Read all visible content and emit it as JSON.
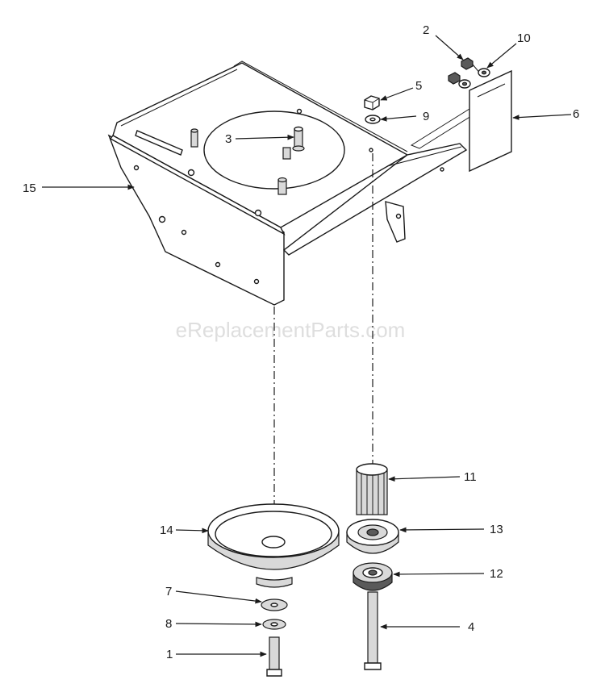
{
  "watermark": "eReplacementParts.com",
  "callouts": [
    {
      "id": "c1",
      "label": "1"
    },
    {
      "id": "c2",
      "label": "2"
    },
    {
      "id": "c3",
      "label": "3"
    },
    {
      "id": "c4",
      "label": "4"
    },
    {
      "id": "c5",
      "label": "5"
    },
    {
      "id": "c6",
      "label": "6"
    },
    {
      "id": "c7",
      "label": "7"
    },
    {
      "id": "c8",
      "label": "8"
    },
    {
      "id": "c9",
      "label": "9"
    },
    {
      "id": "c10",
      "label": "10"
    },
    {
      "id": "c11",
      "label": "11"
    },
    {
      "id": "c12",
      "label": "12"
    },
    {
      "id": "c13",
      "label": "13"
    },
    {
      "id": "c14",
      "label": "14"
    },
    {
      "id": "c15",
      "label": "15"
    }
  ]
}
